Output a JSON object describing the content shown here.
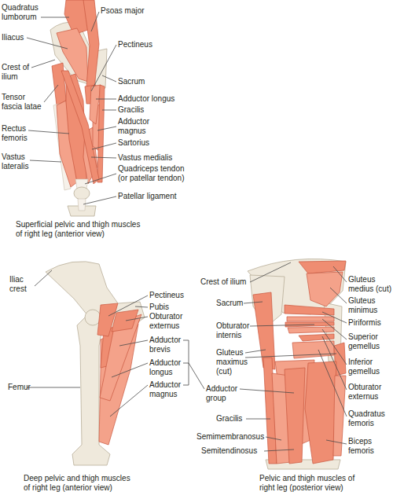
{
  "diagram": {
    "labels": [
      "Quadratus lumborum",
      "Psoas major",
      "Iliacus",
      "Pectineus",
      "Crest of ilium",
      "Sacrum",
      "Tensor fascia latae",
      "Adductor longus",
      "Gracilis",
      "Adductor magnus",
      "Rectus femoris",
      "Sartorius",
      "Vastus lateralis",
      "Vastus medialis",
      "Quadriceps tendon (or patellar tendon)",
      "Patellar ligament",
      "Superficial pelvic and thigh muscles of right leg (anterior view)",
      "Iliac crest",
      "Pectineus",
      "Pubis",
      "Obturator externus",
      "Adductor brevis",
      "Adductor longus",
      "Adductor magnus",
      "Femur",
      "Deep pelvic and thigh muscles of right leg (anterior view)",
      "Crest of ilium",
      "Sacrum",
      "Obturator internis",
      "Gluteus maximus (cut)",
      "Adductor group",
      "Gracilis",
      "Semimembranosus",
      "Semitendinosus",
      "Pelvic and thigh muscles of right leg (posterior view)",
      "Gluteus medius (cut)",
      "Gluteus minimus",
      "Piriformis",
      "Superior gemellus",
      "Inferior gemellus",
      "Obturator externus",
      "Quadratus femoris",
      "Biceps femoris"
    ]
  }
}
